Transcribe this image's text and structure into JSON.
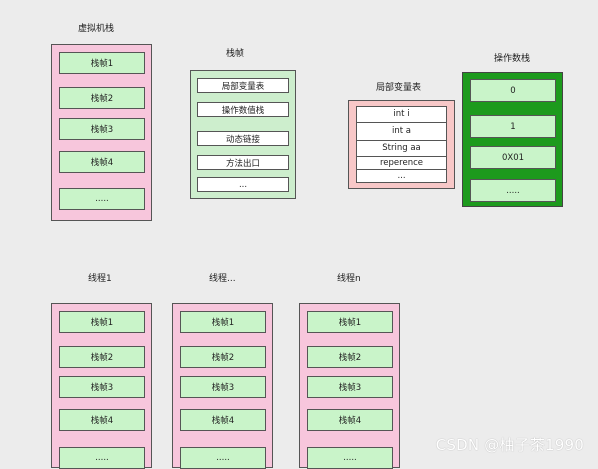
{
  "vm_stack": {
    "title": "虚拟机栈",
    "frames": [
      "栈帧1",
      "栈帧2",
      "栈帧3",
      "栈帧4",
      "....."
    ]
  },
  "stack_frame": {
    "title": "栈帧",
    "items": [
      "局部变量表",
      "操作数值栈",
      "动态链接",
      "方法出口",
      "..."
    ]
  },
  "local_var_table": {
    "title": "局部变量表",
    "rows": [
      "int i",
      "int a",
      "String aa",
      "reperence",
      "..."
    ]
  },
  "operand_stack": {
    "title": "操作数栈",
    "cells": [
      "0",
      "1",
      "0X01",
      "....."
    ]
  },
  "threads": [
    {
      "title": "线程1",
      "frames": [
        "栈帧1",
        "栈帧2",
        "栈帧3",
        "栈帧4",
        "....."
      ]
    },
    {
      "title": "线程...",
      "frames": [
        "栈帧1",
        "栈帧2",
        "栈帧3",
        "栈帧4",
        "....."
      ]
    },
    {
      "title": "线程n",
      "frames": [
        "栈帧1",
        "栈帧2",
        "栈帧3",
        "栈帧4",
        "....."
      ]
    }
  ],
  "watermark": "CSDN @柚子茶1990"
}
